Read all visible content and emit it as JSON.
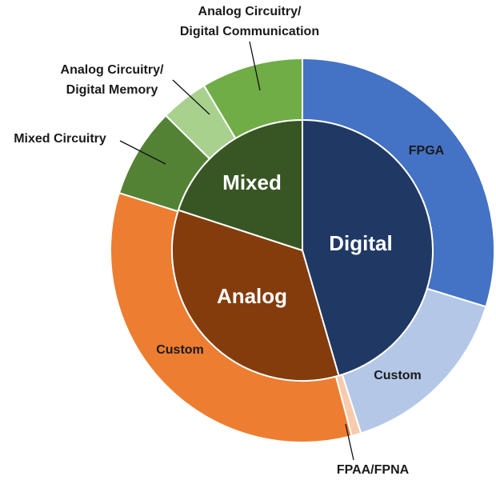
{
  "chart_data": {
    "type": "pie",
    "subtype": "nested-donut",
    "inner": [
      {
        "label": "Digital",
        "value": 45.5,
        "color": "#203864"
      },
      {
        "label": "Analog",
        "value": 34.5,
        "color": "#843C0C"
      },
      {
        "label": "Mixed",
        "value": 20.0,
        "color": "#375623"
      }
    ],
    "outer": [
      {
        "label": "FPGA",
        "parent": "Digital",
        "value": 29.5,
        "color": "#4472C4"
      },
      {
        "label": "Custom",
        "parent": "Digital",
        "value": 15.2,
        "color": "#B4C7E7"
      },
      {
        "label": "FPAA/FPNA",
        "parent": "Analog",
        "value": 0.8,
        "color": "#F8CBAD"
      },
      {
        "label": "Custom",
        "parent": "Analog",
        "value": 33.7,
        "color": "#ED7D31"
      },
      {
        "label": "Mixed Circuitry",
        "parent": "Mixed",
        "value": 7.5,
        "color": "#548235"
      },
      {
        "label": "Analog Circuitry/ Digital Memory",
        "parent": "Mixed",
        "value": 4.0,
        "color": "#A9D18E"
      },
      {
        "label": "Analog Circuitry/ Digital Communication",
        "parent": "Mixed",
        "value": 8.5,
        "color": "#70AD47"
      }
    ],
    "label_lines": {
      "fpga": [
        "FPGA"
      ],
      "digital_custom": [
        "Custom"
      ],
      "fpaa": [
        "FPAA/FPNA"
      ],
      "analog_custom": [
        "Custom"
      ],
      "mixed_circuitry": [
        "Mixed Circuitry"
      ],
      "digital_memory": [
        "Analog Circuitry/",
        "Digital Memory"
      ],
      "digital_comm": [
        "Analog Circuitry/",
        "Digital Communication"
      ],
      "inner_digital": [
        "Digital"
      ],
      "inner_analog": [
        "Analog"
      ],
      "inner_mixed": [
        "Mixed"
      ]
    }
  }
}
